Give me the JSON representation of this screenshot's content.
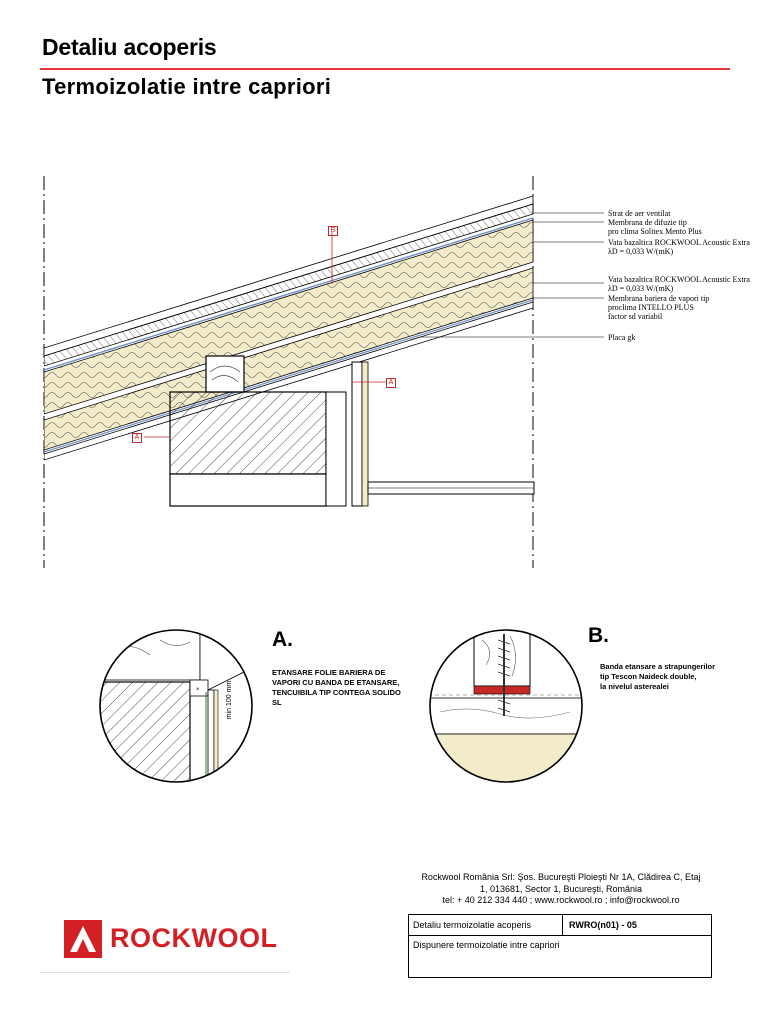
{
  "header": {
    "title": "Detaliu acoperis",
    "subtitle": "Termoizolatie intre capriori"
  },
  "labels": [
    "Strat de aer ventilat",
    "Membrana de difuzie tip",
    "pro clima Solitex Mento Plus",
    "Vata bazaltica ROCKWOOL Acoustic Extra",
    "λD = 0,033 W/(mK)",
    "Vata bazaltica ROCKWOOL Acoustic Extra",
    "λD = 0,033 W/(mK)",
    "Membrana bariera de vapori tip",
    "proclima INTELLO PLUS",
    "factor sd variabil",
    "Placa gk"
  ],
  "markers": {
    "a": "A",
    "b": "B"
  },
  "detail_a": {
    "title": "A.",
    "note": [
      "ETANSARE FOLIE BARIERA DE",
      "VAPORI CU BANDA DE ETANSARE,",
      "TENCUIBILA TIP CONTEGA SOLIDO",
      "SL"
    ],
    "dimension": "min 100 mm"
  },
  "detail_b": {
    "title": "B.",
    "note": [
      "Banda etansare a strapungerilor",
      "tip Tescon Naideck double,",
      "la nivelul asterealei"
    ]
  },
  "footer": {
    "address_lines": [
      "Rockwool România Srl: Şos. Bucureşti Ploieşti Nr 1A, Clădirea C, Etaj",
      "1, 013681, Sector 1, Bucureşti, România",
      "tel:    + 40 212 334 440 ; www.rockwool.ro ; info@rockwool.ro"
    ],
    "table": {
      "cell1": "Detaliu termoizolatie acoperis",
      "cell2": "RWRO(n01) - 05",
      "cell3": "Dispunere termoizolatie intre capriori"
    },
    "logo_text": "ROCKWOOL"
  },
  "colors": {
    "accent": "#e53935",
    "insulation": "#f3eccb",
    "membrane": "#6f8fc6",
    "tape": "#c62828",
    "brand": "#d32027"
  }
}
